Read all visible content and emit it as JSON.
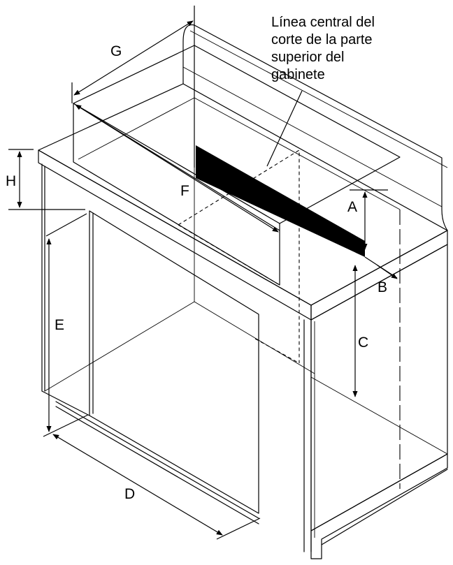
{
  "colors": {
    "line": "#000000",
    "background": "#ffffff",
    "cutout": "#000000"
  },
  "annotation": {
    "lines": [
      "Línea central del",
      "corte de la parte",
      "superior del",
      "gabinete"
    ]
  },
  "labels": {
    "A": "A",
    "B": "B",
    "C": "C",
    "D": "D",
    "E": "E",
    "F": "F",
    "G": "G",
    "H": "H"
  }
}
